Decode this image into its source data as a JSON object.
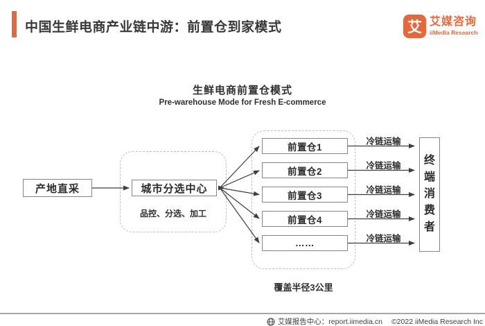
{
  "header": {
    "title": "中国生鲜电商产业链中游：前置仓到家模式",
    "logo": {
      "glyph": "艾",
      "name_cn": "艾媒咨询",
      "name_en": "iiMedia Research"
    }
  },
  "diagram": {
    "title": "生鲜电商前置仓模式",
    "subtitle": "Pre-warehouse Mode for Fresh E-commerce",
    "origin_box": "产地直采",
    "sorting_center": "城市分选中心",
    "sorting_note": "品控、分选、加工",
    "warehouses": [
      {
        "label": "前置仓1",
        "transport": "冷链运输"
      },
      {
        "label": "前置仓2",
        "transport": "冷链运输"
      },
      {
        "label": "前置仓3",
        "transport": "冷链运输"
      },
      {
        "label": "前置仓4",
        "transport": "冷链运输"
      },
      {
        "label": "……",
        "transport": "冷链运输"
      }
    ],
    "consumer_box": "终端消费者",
    "coverage_note": "覆盖半径3公里"
  },
  "footer": {
    "report_center": "艾媒报告中心：report.iimedia.cn",
    "copyright": "©2022  iiMedia Research Inc"
  },
  "colors": {
    "accent": "#E5673E",
    "text": "#333333",
    "border": "#858585",
    "dashed": "#bdbdbd",
    "arrow": "#3e3e3e",
    "footer-text": "#3d3d3d"
  }
}
